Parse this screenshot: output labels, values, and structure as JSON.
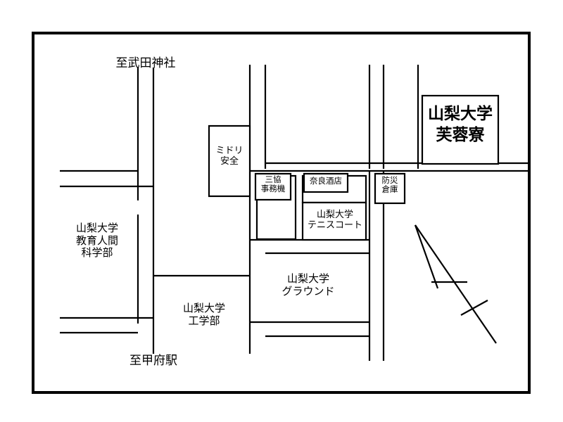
{
  "document": {
    "kind": "access-map",
    "title_text": "山梨大学\n芙蓉寮",
    "border_color": "#000000",
    "line_color": "#000000",
    "background_color": "#ffffff"
  },
  "labels": {
    "title_dorm": "山梨大学\n芙蓉寮",
    "road_north": "至武田神社",
    "road_south": "至甲府駅",
    "faculty_education": "山梨大学\n教育人間\n科学部",
    "faculty_engineering": "山梨大学\n工学部",
    "ground": "山梨大学\nグラウンド",
    "tennis_court": "山梨大学\nテニスコート",
    "midori_anzen": "ミドリ\n安全",
    "sankyo_jimuki": "三協\n事務機",
    "nara_saketen": "奈良酒店",
    "bousai_souko": "防災\n倉庫"
  },
  "buildings": [
    {
      "name": "midori-anzen",
      "label": "ミドリ\n安全"
    },
    {
      "name": "sankyo-jimuki",
      "label": "三協\n事務機"
    },
    {
      "name": "nara-saketen",
      "label": "奈良酒店"
    },
    {
      "name": "bousai-souko",
      "label": "防災\n倉庫"
    },
    {
      "name": "yamanashi-univ-fuyo-dorm",
      "label": "山梨大学\n芙蓉寮"
    },
    {
      "name": "yamanashi-univ-tennis-court",
      "label": "山梨大学\nテニスコート"
    },
    {
      "name": "yamanashi-univ-ground",
      "label": "山梨大学\nグラウンド"
    },
    {
      "name": "yamanashi-univ-education",
      "label": "山梨大学\n教育人間\n科学部"
    },
    {
      "name": "yamanashi-univ-engineering",
      "label": "山梨大学\n工学部"
    }
  ],
  "directions": [
    {
      "name": "to-takeda-shrine",
      "label": "至武田神社"
    },
    {
      "name": "to-kofu-station",
      "label": "至甲府駅"
    }
  ],
  "river": {
    "name": "river-with-bridge",
    "label": ""
  }
}
